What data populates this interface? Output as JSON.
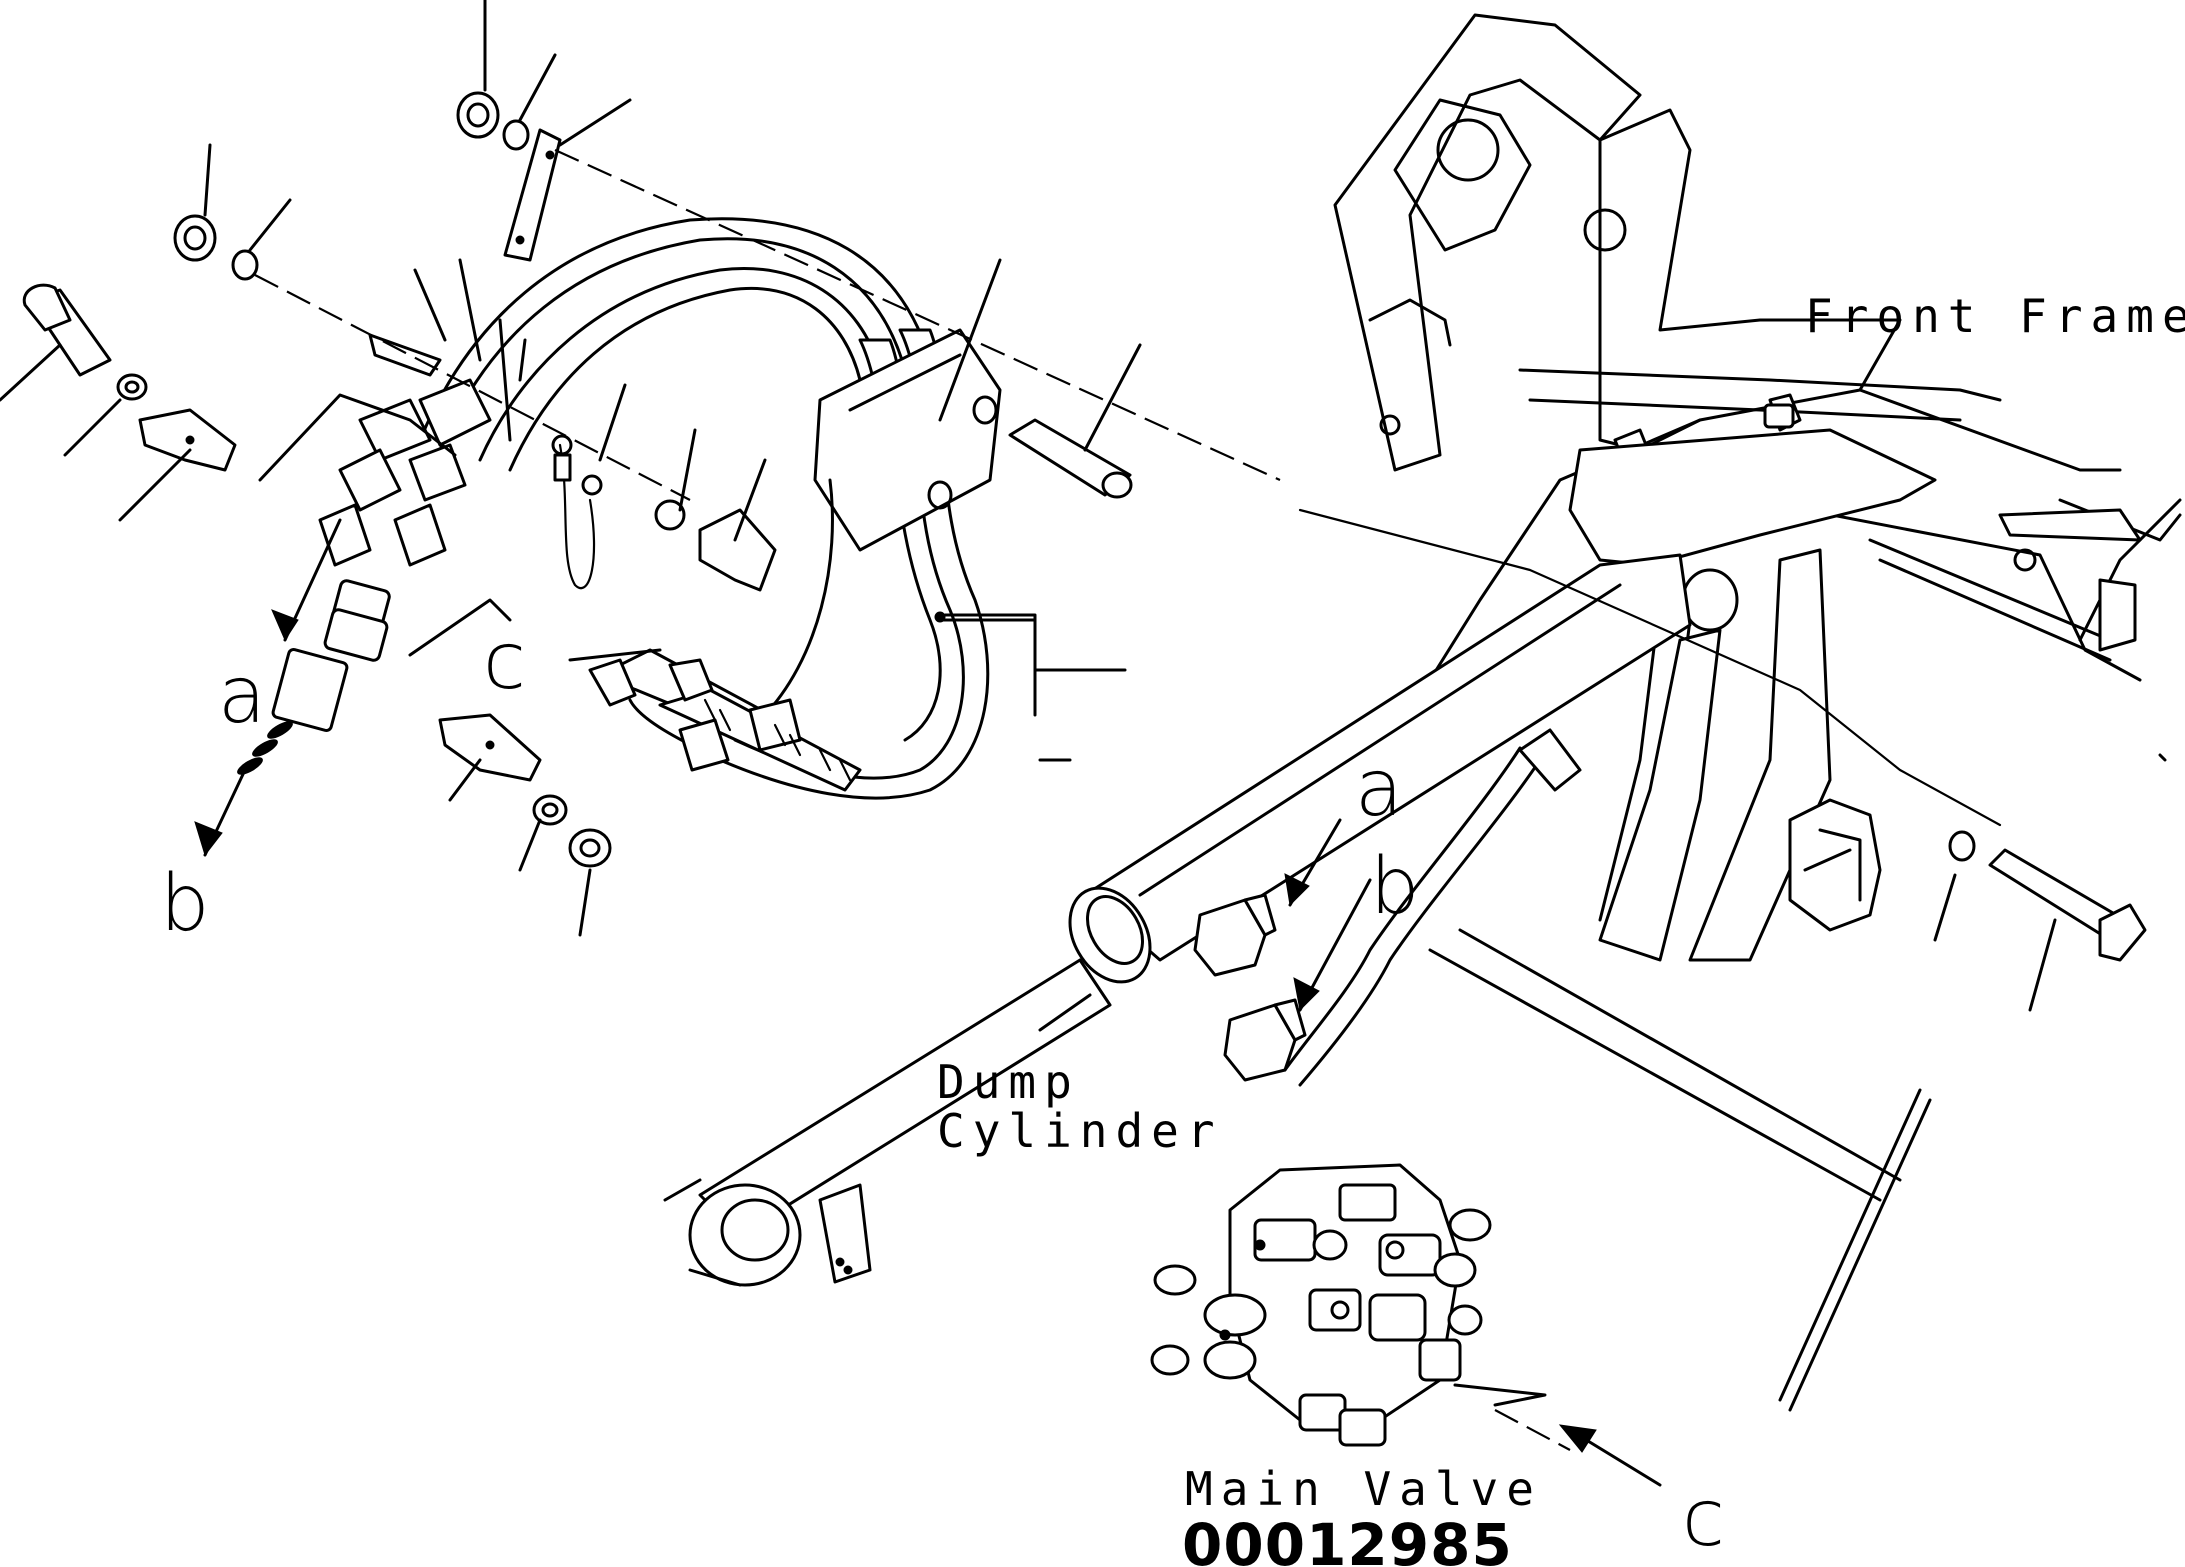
{
  "labels": {
    "front_frame": "Front Frame",
    "dump_cylinder_line1": "Dump",
    "dump_cylinder_line2": "Cylinder",
    "main_valve": "Main Valve",
    "document_number": "00012985"
  },
  "callouts": {
    "a_left": "a",
    "b_left": "b",
    "c_left": "c",
    "a_right": "a",
    "b_right": "b",
    "c_bottom": "c"
  }
}
